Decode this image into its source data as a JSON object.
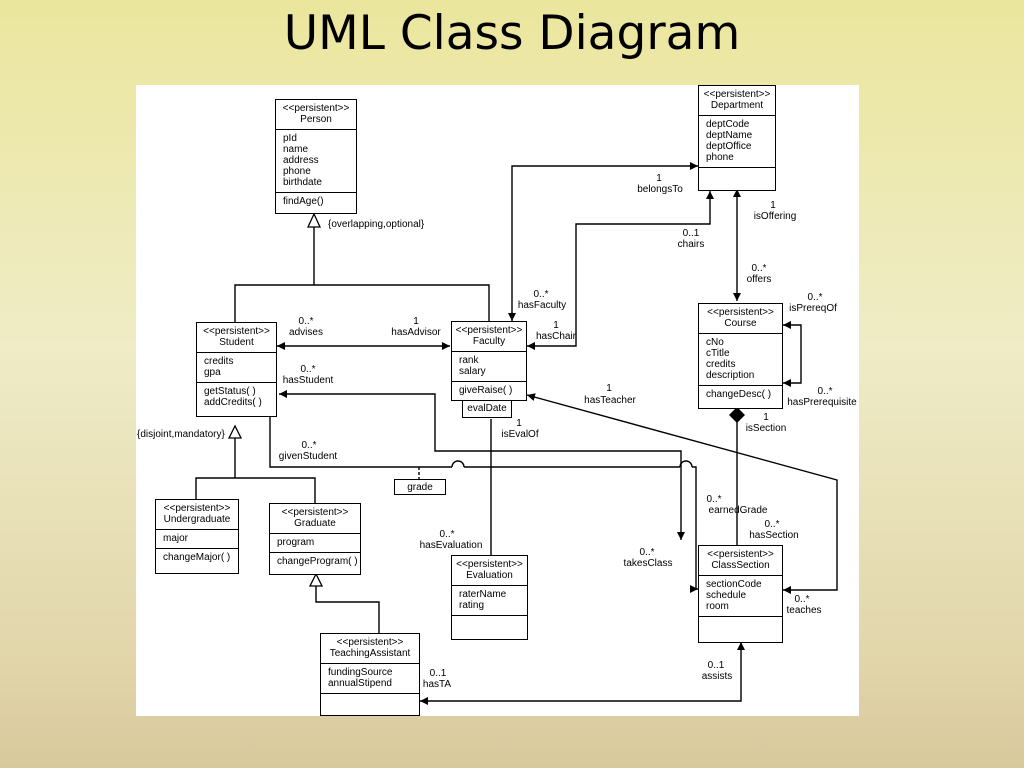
{
  "title": "UML Class Diagram",
  "classes": {
    "person": {
      "stereotype": "<<persistent>>",
      "name": "Person",
      "attributes": [
        "pId",
        "name",
        "address",
        "phone",
        "birthdate"
      ],
      "operations": [
        "findAge()"
      ]
    },
    "department": {
      "stereotype": "<<persistent>>",
      "name": "Department",
      "attributes": [
        "deptCode",
        "deptName",
        "deptOffice",
        "phone"
      ],
      "operations": []
    },
    "student": {
      "stereotype": "<<persistent>>",
      "name": "Student",
      "attributes": [
        "credits",
        "gpa"
      ],
      "operations": [
        "getStatus( )",
        "addCredits( )"
      ]
    },
    "faculty": {
      "stereotype": "<<persistent>>",
      "name": "Faculty",
      "attributes": [
        "rank",
        "salary"
      ],
      "operations": [
        "giveRaise( )"
      ]
    },
    "course": {
      "stereotype": "<<persistent>>",
      "name": "Course",
      "attributes": [
        "cNo",
        "cTitle",
        "credits",
        "description"
      ],
      "operations": [
        "changeDesc( )"
      ]
    },
    "undergraduate": {
      "stereotype": "<<persistent>>",
      "name": "Undergraduate",
      "attributes": [
        "major"
      ],
      "operations": [
        "changeMajor( )"
      ]
    },
    "graduate": {
      "stereotype": "<<persistent>>",
      "name": "Graduate",
      "attributes": [
        "program"
      ],
      "operations": [
        "changeProgram( )"
      ]
    },
    "evaluation": {
      "stereotype": "<<persistent>>",
      "name": "Evaluation",
      "attributes": [
        "raterName",
        "rating"
      ],
      "operations": []
    },
    "classsection": {
      "stereotype": "<<persistent>>",
      "name": "ClassSection",
      "attributes": [
        "sectionCode",
        "schedule",
        "room"
      ],
      "operations": []
    },
    "ta": {
      "stereotype": "<<persistent>>",
      "name": "TeachingAssistant",
      "attributes": [
        "fundingSource",
        "annualStipend"
      ],
      "operations": []
    }
  },
  "qualifiers": {
    "evaldate": "evalDate",
    "grade": "grade"
  },
  "labels": {
    "overlapping": "{overlapping,optional}",
    "disjoint": "{disjoint,mandatory}",
    "advises_m": "0..*",
    "advises": "advises",
    "hasadvisor_m": "1",
    "hasadvisor": "hasAdvisor",
    "hasstudent_m": "0..*",
    "hasstudent": "hasStudent",
    "givenstudent_m": "0..*",
    "givenstudent": "givenStudent",
    "belongsto_m": "1",
    "belongsto": "belongsTo",
    "chairs_m": "0..1",
    "chairs": "chairs",
    "hasfaculty_m": "0..*",
    "hasfaculty": "hasFaculty",
    "haschair_m": "1",
    "haschair": "hasChair",
    "isoffering_m": "1",
    "isoffering": "isOffering",
    "offers_m": "0..*",
    "offers": "offers",
    "isprereqof_m": "0..*",
    "isprereqof": "isPrereqOf",
    "hasprereq_m": "0..*",
    "hasprereq": "hasPrerequisite",
    "hasteacher_m": "1",
    "hasteacher": "hasTeacher",
    "issection_m": "1",
    "issection": "isSection",
    "iseval_m": "1",
    "iseval": "isEvalOf",
    "earnedgrade_m": "0..*",
    "earnedgrade": "earnedGrade",
    "hassection_m": "0..*",
    "hassection": "hasSection",
    "haseval_m": "0..*",
    "haseval": "hasEvaluation",
    "takesclass_m": "0..*",
    "takesclass": "takesClass",
    "teaches_m": "0..*",
    "teaches": "teaches",
    "hasta_m": "0..1",
    "hasta": "hasTA",
    "assists_m": "0..1",
    "assists": "assists"
  }
}
